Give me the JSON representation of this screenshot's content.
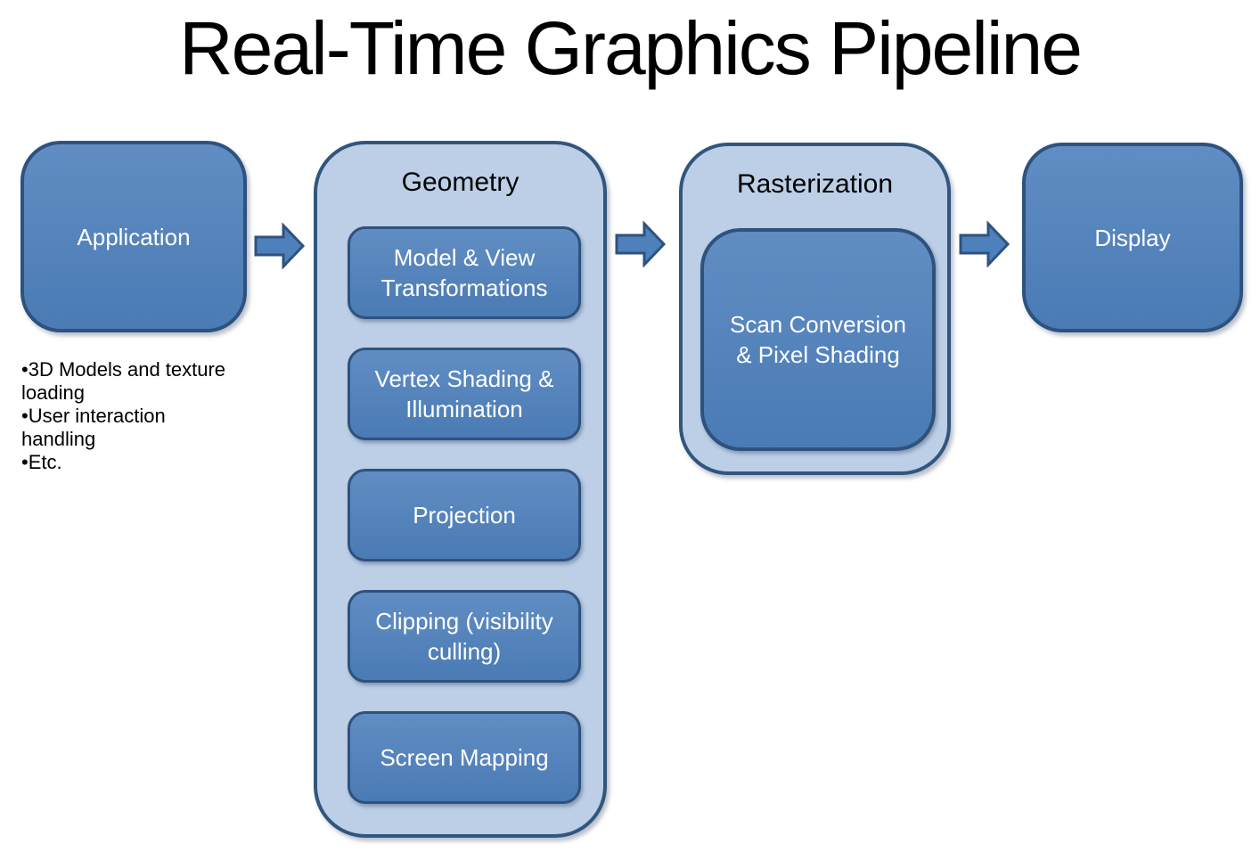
{
  "title": "Real-Time Graphics Pipeline",
  "colors": {
    "box_fill": "#4E80BC",
    "box_border": "#2E527E",
    "container_fill": "#BDCFE7",
    "container_border": "#31567E",
    "box_text": "#FFFFFF",
    "label_text": "#000000"
  },
  "application": {
    "label": "Application",
    "notes": [
      "•3D Models and texture\nloading",
      "•User interaction\nhandling",
      "•Etc."
    ]
  },
  "geometry": {
    "label": "Geometry",
    "stages": [
      "Model & View\nTransformations",
      "Vertex Shading &\nIllumination",
      "Projection",
      "Clipping (visibility\nculling)",
      "Screen Mapping"
    ]
  },
  "rasterization": {
    "label": "Rasterization",
    "stages": [
      "Scan Conversion\n& Pixel Shading"
    ]
  },
  "display": {
    "label": "Display"
  }
}
